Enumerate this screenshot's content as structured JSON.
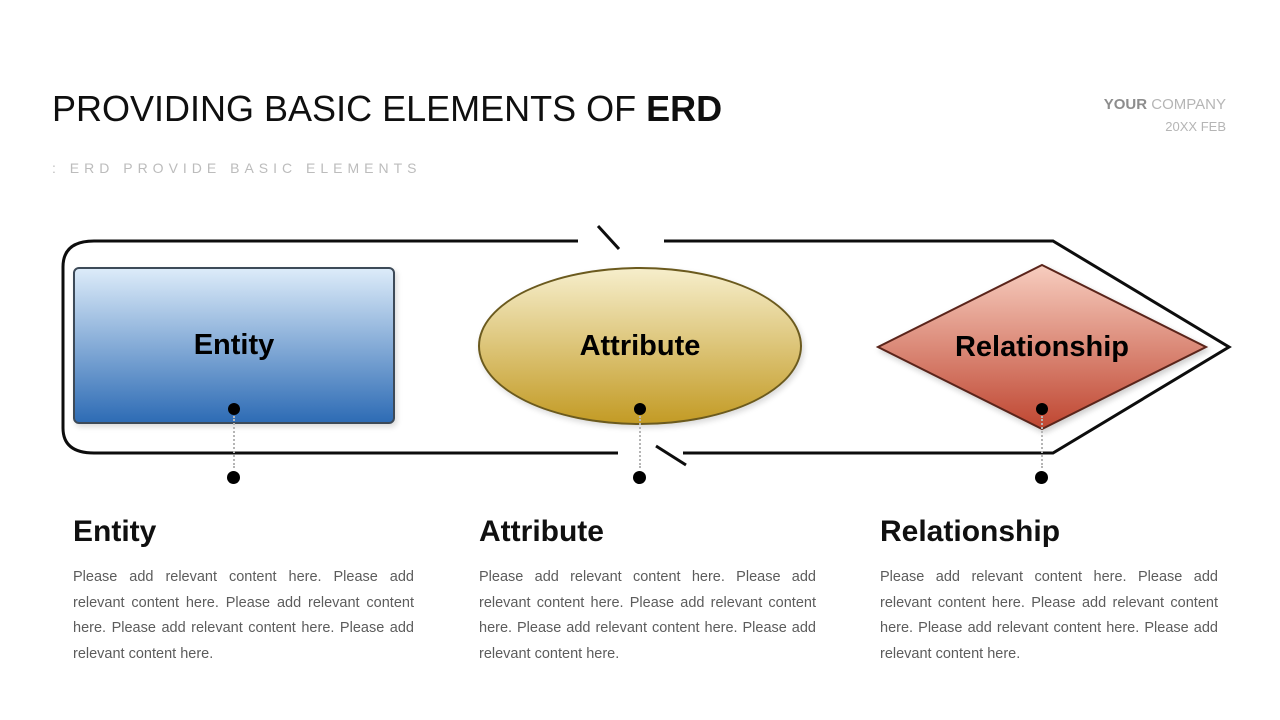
{
  "header": {
    "title_regular": "PROVIDING BASIC ELEMENTS OF ",
    "title_bold": "ERD",
    "subtitle": ": ERD PROVIDE BASIC ELEMENTS",
    "company_bold": "YOUR",
    "company_light": " COMPANY",
    "date": "20XX FEB"
  },
  "colors": {
    "outline": "#0d0d0d",
    "entity_top": "#dcebf9",
    "entity_bottom": "#2e6cb5",
    "attribute_top": "#f6eecb",
    "attribute_bottom": "#c39b25",
    "relationship_top": "#f7cdbf",
    "relationship_bottom": "#bf4631"
  },
  "diagram": {
    "shapes": [
      {
        "type": "rectangle",
        "label": "Entity"
      },
      {
        "type": "ellipse",
        "label": "Attribute"
      },
      {
        "type": "diamond",
        "label": "Relationship"
      }
    ]
  },
  "sections": [
    {
      "title": "Entity",
      "body": "Please add relevant content here. Please add relevant content here. Please add relevant content here. Please add relevant content here. Please add relevant content here."
    },
    {
      "title": "Attribute",
      "body": "Please add relevant content here. Please add relevant content here. Please add relevant content here. Please add relevant content here. Please add relevant content here."
    },
    {
      "title": "Relationship",
      "body": "Please add relevant content here. Please add relevant content here. Please add relevant content here. Please add relevant content here. Please add relevant content here."
    }
  ]
}
